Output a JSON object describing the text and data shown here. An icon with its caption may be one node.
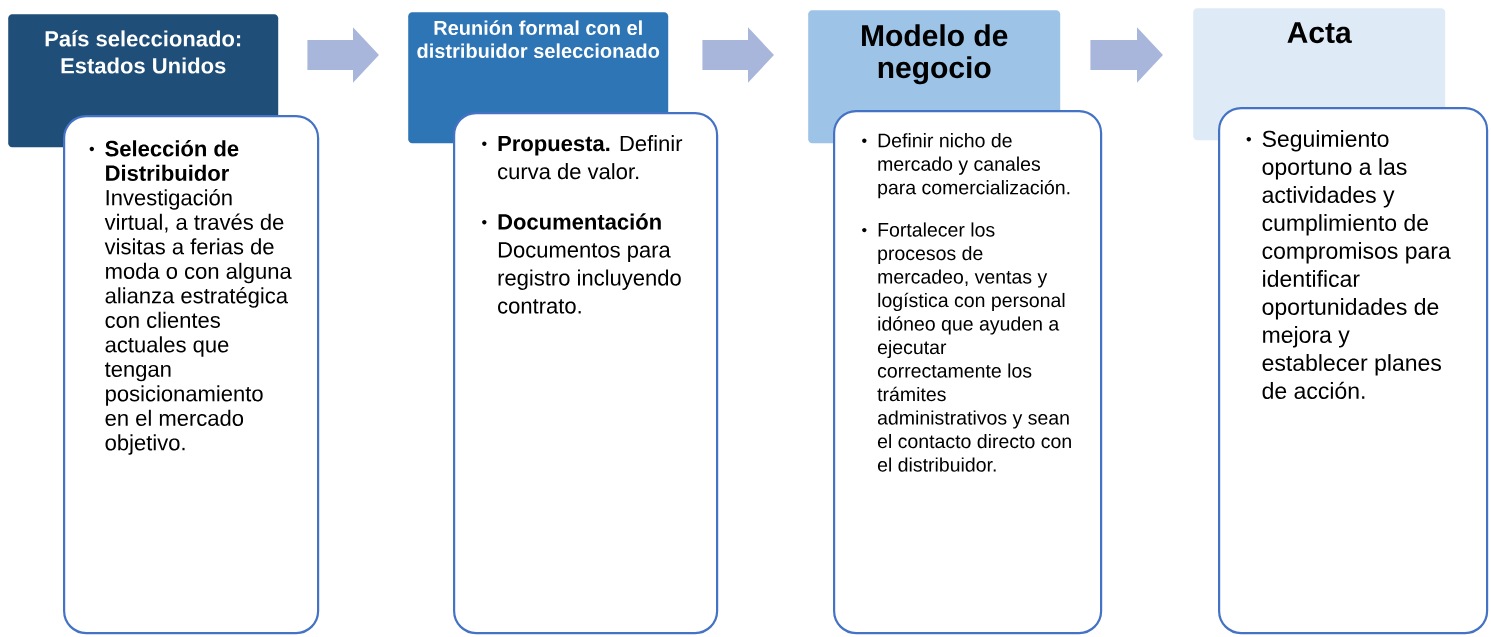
{
  "diagram": {
    "nodes": [
      {
        "text": [
          "País seleccionado: Estados Unidos"
        ]
      },
      {
        "text": [
          "**Selección de Distribuidor** Investigación virtual, a través de visitas a ferias de moda o con alguna alianza estratégica con clientes actuales que tengan posicionamiento en el mercado objetivo."
        ]
      },
      {
        "text": [
          "Reunión formal con el distribuidor seleccionado"
        ]
      },
      {
        "text": [
          "**Propuesta.** Definir curva de valor.",
          "**Documentación** Documentos para registro incluyendo contrato."
        ]
      },
      {
        "text": [
          "Modelo de negocio"
        ]
      },
      {
        "text": [
          "Definir nicho de mercado y canales para comercialización.",
          "Fortalecer los procesos de mercadeo, ventas y logística con personal idóneo que ayuden a ejecutar correctamente los trámites administrativos y sean el contacto directo con el distribuidor."
        ]
      },
      {
        "text": [
          "Acta"
        ]
      },
      {
        "text": [
          "Seguimiento oportuno a las actividades y cumplimiento de compromisos para identificar oportunidades de mejora y establecer planes de acción."
        ]
      }
    ],
    "edges": [
      {
        "from": 0,
        "to": 2,
        "arrow": "to"
      },
      {
        "from": 2,
        "to": 4,
        "arrow": "to"
      },
      {
        "from": 4,
        "to": 6,
        "arrow": "to"
      }
    ]
  }
}
